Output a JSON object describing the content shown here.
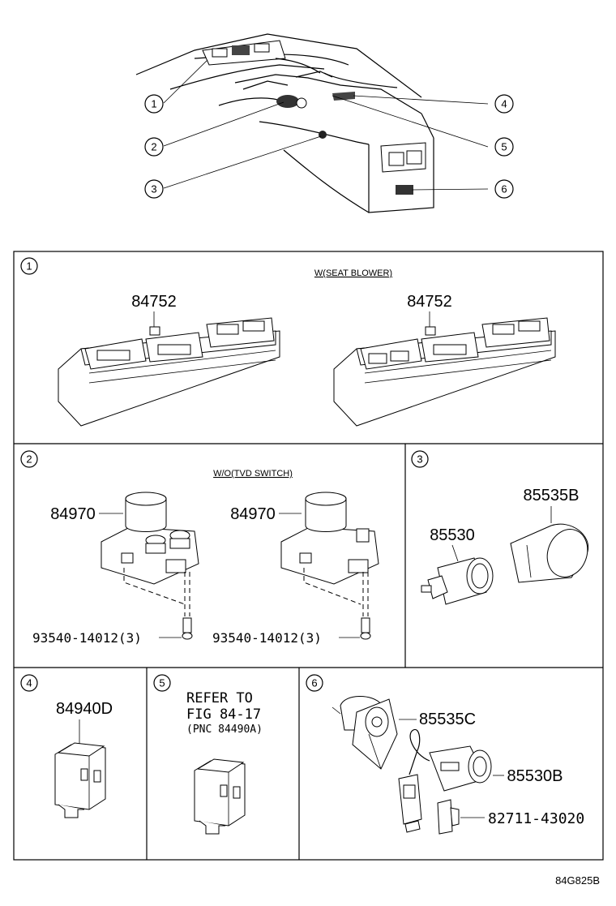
{
  "callouts": [
    "1",
    "2",
    "3",
    "4",
    "5",
    "6"
  ],
  "panels": {
    "p1": {
      "num": "1",
      "caption": "W(SEAT BLOWER)",
      "part_left": "84752",
      "part_right": "84752"
    },
    "p2": {
      "num": "2",
      "caption": "W/O(TVD SWITCH)",
      "part_left": "84970",
      "part_right": "84970",
      "screw_left": "93540-14012(3)",
      "screw_right": "93540-14012(3)"
    },
    "p3": {
      "num": "3",
      "part_a": "85530",
      "part_b": "85535B"
    },
    "p4": {
      "num": "4",
      "part": "84940D"
    },
    "p5": {
      "num": "5",
      "ref_line1": "REFER TO",
      "ref_line2": "FIG 84-17",
      "ref_line3": "(PNC 84490A)"
    },
    "p6": {
      "num": "6",
      "part_a": "85535C",
      "part_b": "85530B",
      "part_c": "82711-43020"
    }
  },
  "figure_code": "84G825B"
}
